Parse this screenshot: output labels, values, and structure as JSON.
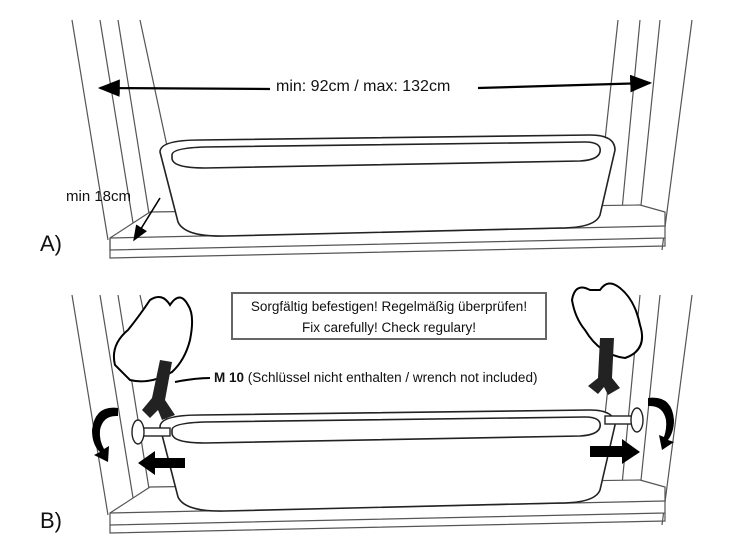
{
  "panel_a": {
    "label": "A)",
    "width_dimension": "min: 92cm / max: 132cm",
    "depth_dimension": "min 18cm"
  },
  "panel_b": {
    "label": "B)",
    "warning_de": "Sorgfältig befestigen! Regelmäßig überprüfen!",
    "warning_en": "Fix carefully! Check regulary!",
    "bolt_size": "M 10",
    "wrench_note": "(Schlüssel nicht enthalten / wrench not included)"
  }
}
